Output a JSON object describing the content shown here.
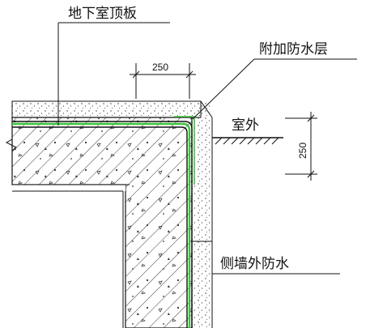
{
  "labels": {
    "roof_slab": "地下室顶板",
    "extra_layer": "附加防水层",
    "outdoor": "室外",
    "wall_waterproof": "侧墙外防水"
  },
  "dimensions": {
    "horizontal": "250",
    "vertical": "250"
  },
  "colors": {
    "waterproof_line": "#3ec43e",
    "linework": "#111111",
    "background": "#ffffff"
  }
}
